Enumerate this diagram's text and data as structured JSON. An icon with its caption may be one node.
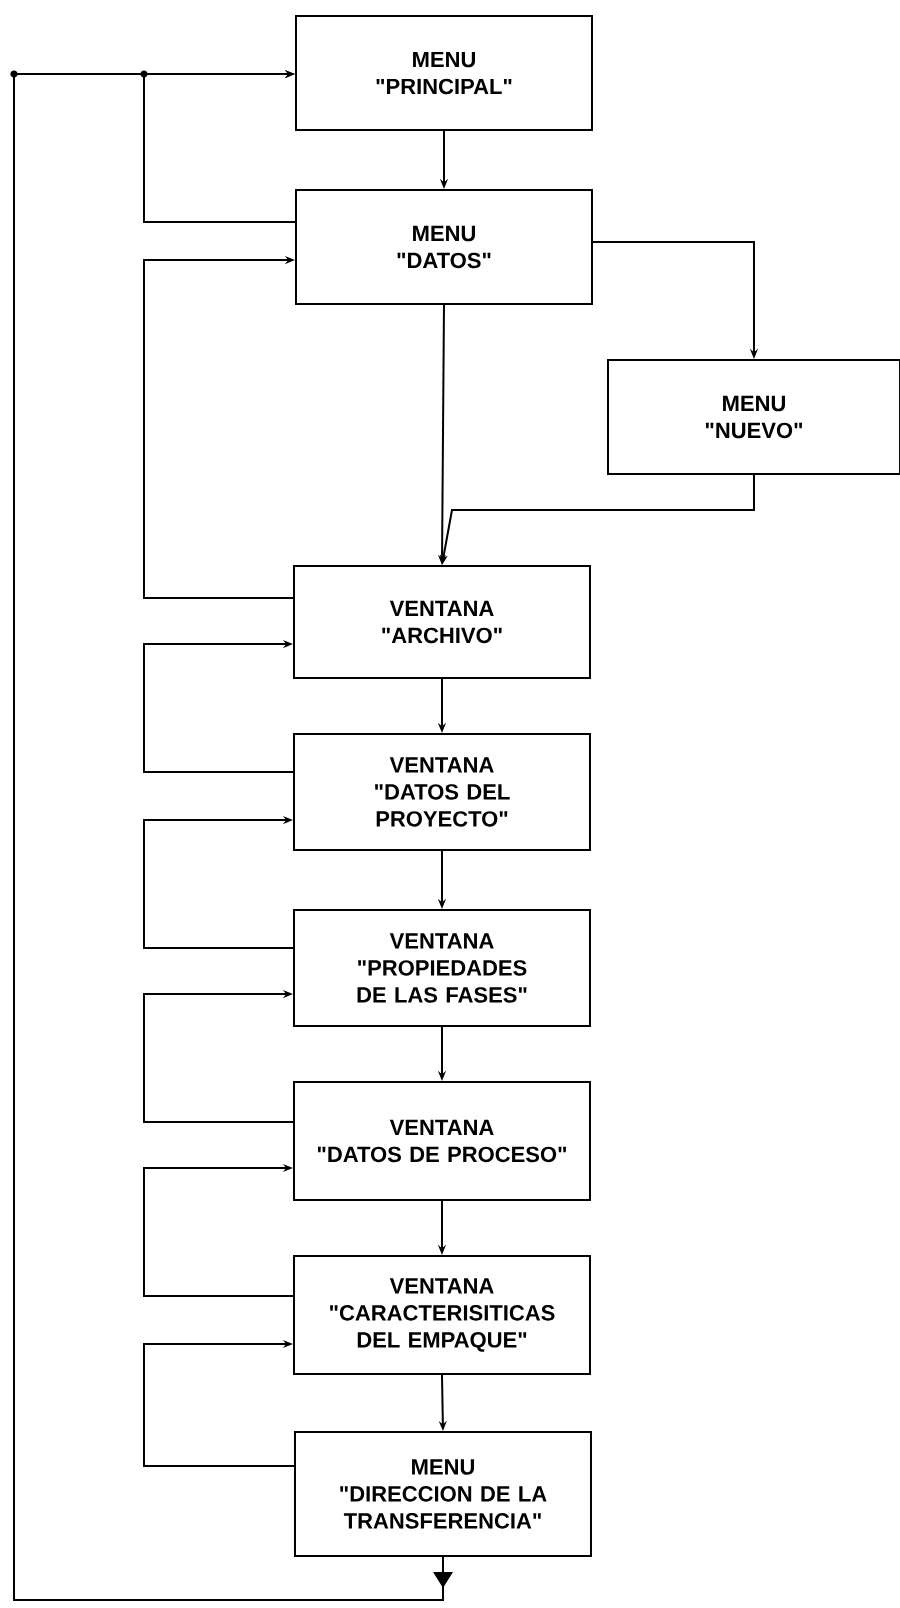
{
  "diagram": {
    "nodes": [
      {
        "text": [
          "MENU",
          "\"PRINCIPAL\""
        ]
      },
      {
        "text": [
          "MENU",
          "\"DATOS\""
        ]
      },
      {
        "text": [
          "MENU",
          "\"NUEVO\""
        ]
      },
      {
        "text": [
          "VENTANA",
          "\"ARCHIVO\""
        ]
      },
      {
        "text": [
          "VENTANA",
          "\"DATOS DEL PROYECTO\""
        ]
      },
      {
        "text": [
          "VENTANA",
          "\"PROPIEDADES DE LAS FASES\""
        ]
      },
      {
        "text": [
          "VENTANA",
          "\"DATOS DE PROCESO\""
        ]
      },
      {
        "text": [
          "VENTANA",
          "\"CARACTERISITICAS DEL EMPAQUE\""
        ]
      },
      {
        "text": [
          "MENU",
          "\"DIRECCION DE LA TRANSFERENCIA\""
        ]
      }
    ],
    "edges": [
      {
        "from": 0,
        "to": 1,
        "arrow": "to"
      },
      {
        "from": 1,
        "to": 0,
        "arrow": "to"
      },
      {
        "from": 1,
        "to": 2,
        "arrow": "to"
      },
      {
        "from": 1,
        "to": 3,
        "arrow": "to"
      },
      {
        "from": 2,
        "to": 3,
        "arrow": "to"
      },
      {
        "from": 3,
        "to": 1,
        "arrow": "to"
      },
      {
        "from": 3,
        "to": 4,
        "arrow": "to"
      },
      {
        "from": 4,
        "to": 3,
        "arrow": "to"
      },
      {
        "from": 4,
        "to": 5,
        "arrow": "to"
      },
      {
        "from": 5,
        "to": 4,
        "arrow": "to"
      },
      {
        "from": 5,
        "to": 6,
        "arrow": "to"
      },
      {
        "from": 6,
        "to": 5,
        "arrow": "to"
      },
      {
        "from": 6,
        "to": 7,
        "arrow": "to"
      },
      {
        "from": 7,
        "to": 6,
        "arrow": "to"
      },
      {
        "from": 7,
        "to": 8,
        "arrow": "to"
      },
      {
        "from": 8,
        "to": 7,
        "arrow": "to"
      },
      {
        "from": 8,
        "to": 0,
        "arrow": "to"
      }
    ]
  }
}
